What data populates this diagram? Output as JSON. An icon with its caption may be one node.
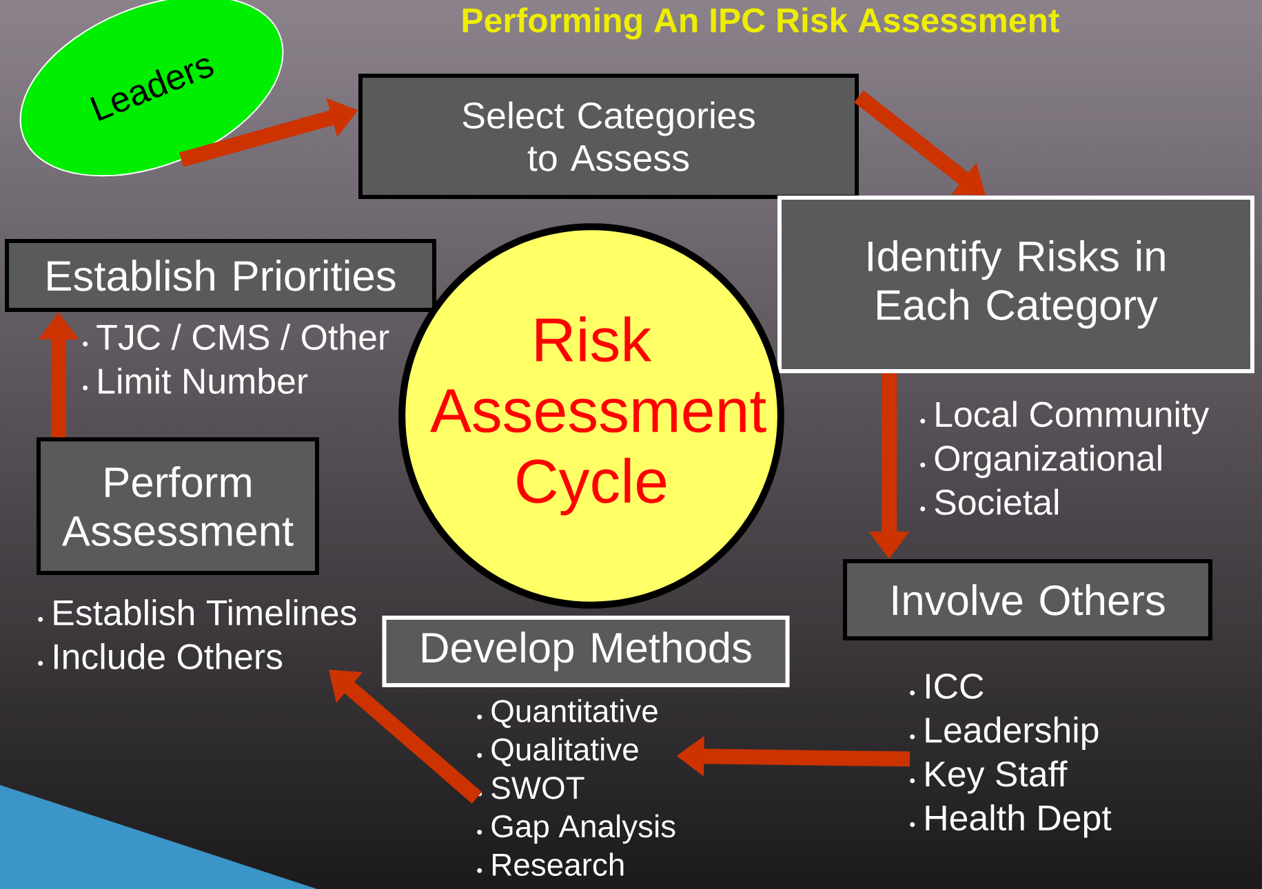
{
  "diagram": {
    "title": "Performing An IPC Risk Assessment",
    "nodes": [
      {
        "text": [
          "Leaders"
        ]
      },
      {
        "text": [
          "Select Categories to Assess"
        ]
      },
      {
        "text": [
          "Identify Risks in Each Category"
        ]
      },
      {
        "text": [
          "Establish Priorities"
        ]
      },
      {
        "text": [
          "Risk Assessment Cycle"
        ]
      },
      {
        "text": [
          "Perform Assessment"
        ]
      },
      {
        "text": [
          "Involve Others"
        ]
      },
      {
        "text": [
          "Develop Methods"
        ]
      },
      {
        "text": [
          "TJC / CMS / Other",
          "Limit Number"
        ]
      },
      {
        "text": [
          "Local Community",
          "Organizational",
          "Societal"
        ]
      },
      {
        "text": [
          "Establish Timelines",
          "Include Others"
        ]
      },
      {
        "text": [
          "ICC",
          "Leadership",
          "Key Staff",
          "Health Dept"
        ]
      },
      {
        "text": [
          "Quantitative",
          "Qualitative",
          "SWOT",
          "Gap Analysis",
          "Research"
        ]
      }
    ],
    "edges": [
      {
        "from": 0,
        "to": 1,
        "arrow": "to"
      },
      {
        "from": 1,
        "to": 2,
        "arrow": "to"
      },
      {
        "from": 2,
        "to": 6,
        "arrow": "to"
      },
      {
        "from": 11,
        "to": 12,
        "arrow": "to"
      },
      {
        "from": 12,
        "to": 10,
        "arrow": "to"
      },
      {
        "from": 5,
        "to": 3,
        "arrow": "to"
      }
    ]
  }
}
